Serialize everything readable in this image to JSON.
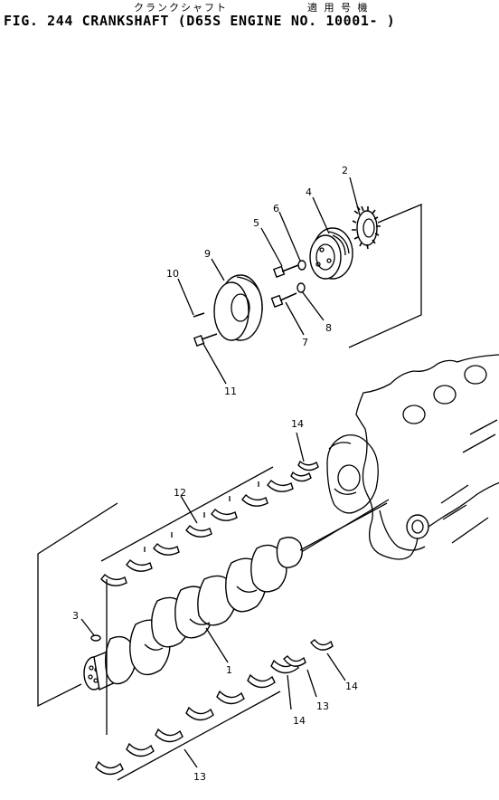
{
  "header": {
    "jp_name": "クランクシャフト",
    "jp_applicable": "適 用 号 機",
    "title": "FIG. 244  CRANKSHAFT (D65S ENGINE NO. 10001- )"
  },
  "callouts": [
    "1",
    "2",
    "3",
    "4",
    "5",
    "6",
    "7",
    "8",
    "9",
    "10",
    "11",
    "12",
    "13",
    "13",
    "13",
    "14",
    "14",
    "14"
  ]
}
